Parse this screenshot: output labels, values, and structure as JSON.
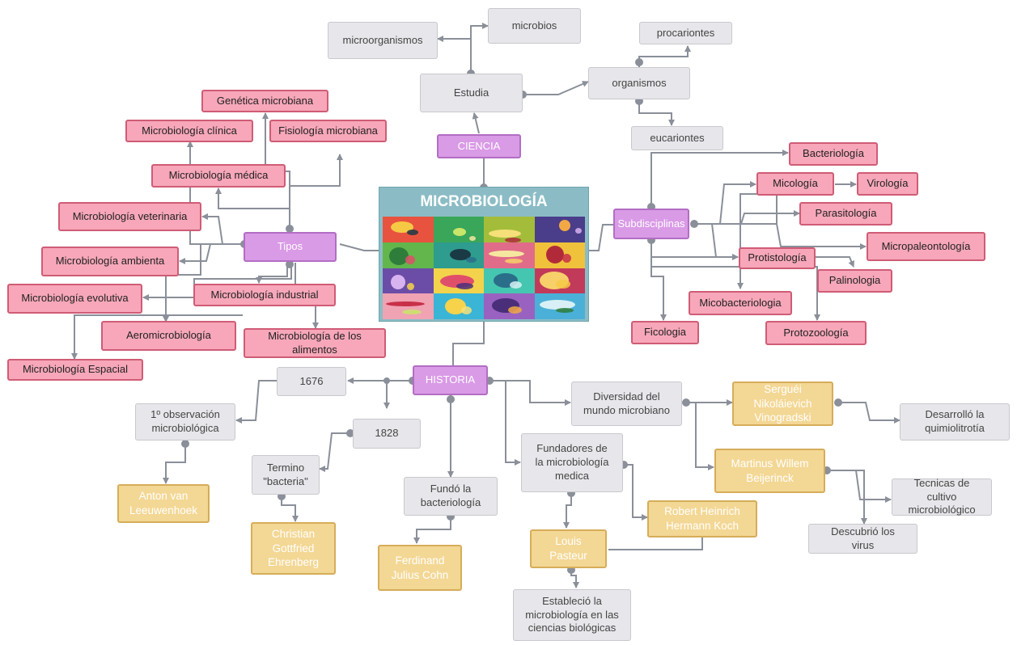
{
  "center": {
    "title": "MICROBIOLOGÍA",
    "tile_colors": [
      "#e8533f",
      "#3aa65a",
      "#a3bd3a",
      "#4a3d8a",
      "#62b64c",
      "#2e9c8e",
      "#e06c8a",
      "#f0c23b",
      "#6b4da8",
      "#f2d34b",
      "#45c6b0",
      "#c23a5a",
      "#f0a3b2",
      "#3ab5d6",
      "#9a62c0",
      "#4bb0d8"
    ],
    "blob_colors": [
      "#f6c945",
      "#c9e66a",
      "#f6e07a",
      "#f2a844",
      "#2e7d3a",
      "#1a3a45",
      "#f6e7a0",
      "#b12a3a",
      "#d7b3f0",
      "#e04f6a",
      "#2a6e8a",
      "#f7d06a",
      "#c8304a",
      "#f6d34a",
      "#4a2e7a",
      "#d8f0f5"
    ]
  },
  "nodes": {
    "ciencia": "CIENCIA",
    "estudia": "Estudia",
    "microbios": "microbios",
    "microorganismos": "microorganismos",
    "organismos": "organismos",
    "procariontes": "procariontes",
    "eucariontes": "eucariontes",
    "subdisciplinas": "Subdisciplinas",
    "bacteriologia": "Bacteriología",
    "micologia": "Micología",
    "virologia": "Virología",
    "parasitologia": "Parasitología",
    "micropaleontologia": "Micropaleontología",
    "protistologia": "Protistología",
    "palinologia": "Palinologia",
    "micobacteriologia": "Micobacteriologia",
    "ficologia": "Ficologia",
    "protozoologia": "Protozoología",
    "tipos": "Tipos",
    "genetica_microbiana": "Genética microbiana",
    "microbiologia_clinica": "Microbiología clínica",
    "fisiologia_microbiana": "Fisiología microbiana",
    "microbiologia_medica": "Microbiología médica",
    "microbiologia_veterinaria": "Microbiología veterinaria",
    "microbiologia_ambienta": "Microbiología ambienta",
    "microbiologia_evolutiva": "Microbiología evolutiva",
    "microbiologia_industrial": "Microbiología industrial",
    "aeromicrobiologia": "Aeromicrobiología",
    "microbiologia_alimentos": "Microbiología de los\nalimentos",
    "microbiologia_espacial": "Microbiología Espacial",
    "historia": "HISTORIA",
    "y1676": "1676",
    "primera_observacion": "1º observación\nmicrobiológica",
    "leeuwenhoek": "Anton van\nLeeuwenhoek",
    "y1828": "1828",
    "termino_bacteria": "Termino\n\"bacteria\"",
    "ehrenberg": "Christian\nGottfried\nEhrenberg",
    "fundo_bacteriologia": "Fundó la\nbacteriología",
    "cohn": "Ferdinand\nJulius Cohn",
    "fundadores": "Fundadores de\nla microbiología\nmedica",
    "pasteur": "Louis\nPasteur",
    "koch": "Robert Heinrich\nHermann Koch",
    "establecio": "Estableció la\nmicrobiología en las\nciencias biológicas",
    "diversidad": "Diversidad del\nmundo microbiano",
    "vinogradski": "Serguéi\nNikoláievich\nVinogradski",
    "quimiolitrotia": "Desarrolló la\nquimiolitrotía",
    "beijerinck": "Martinus Willem\nBeijerinck",
    "tecnicas": "Tecnicas de\ncultivo\nmicrobiológico",
    "virus": "Descubrió los\nvirus"
  }
}
